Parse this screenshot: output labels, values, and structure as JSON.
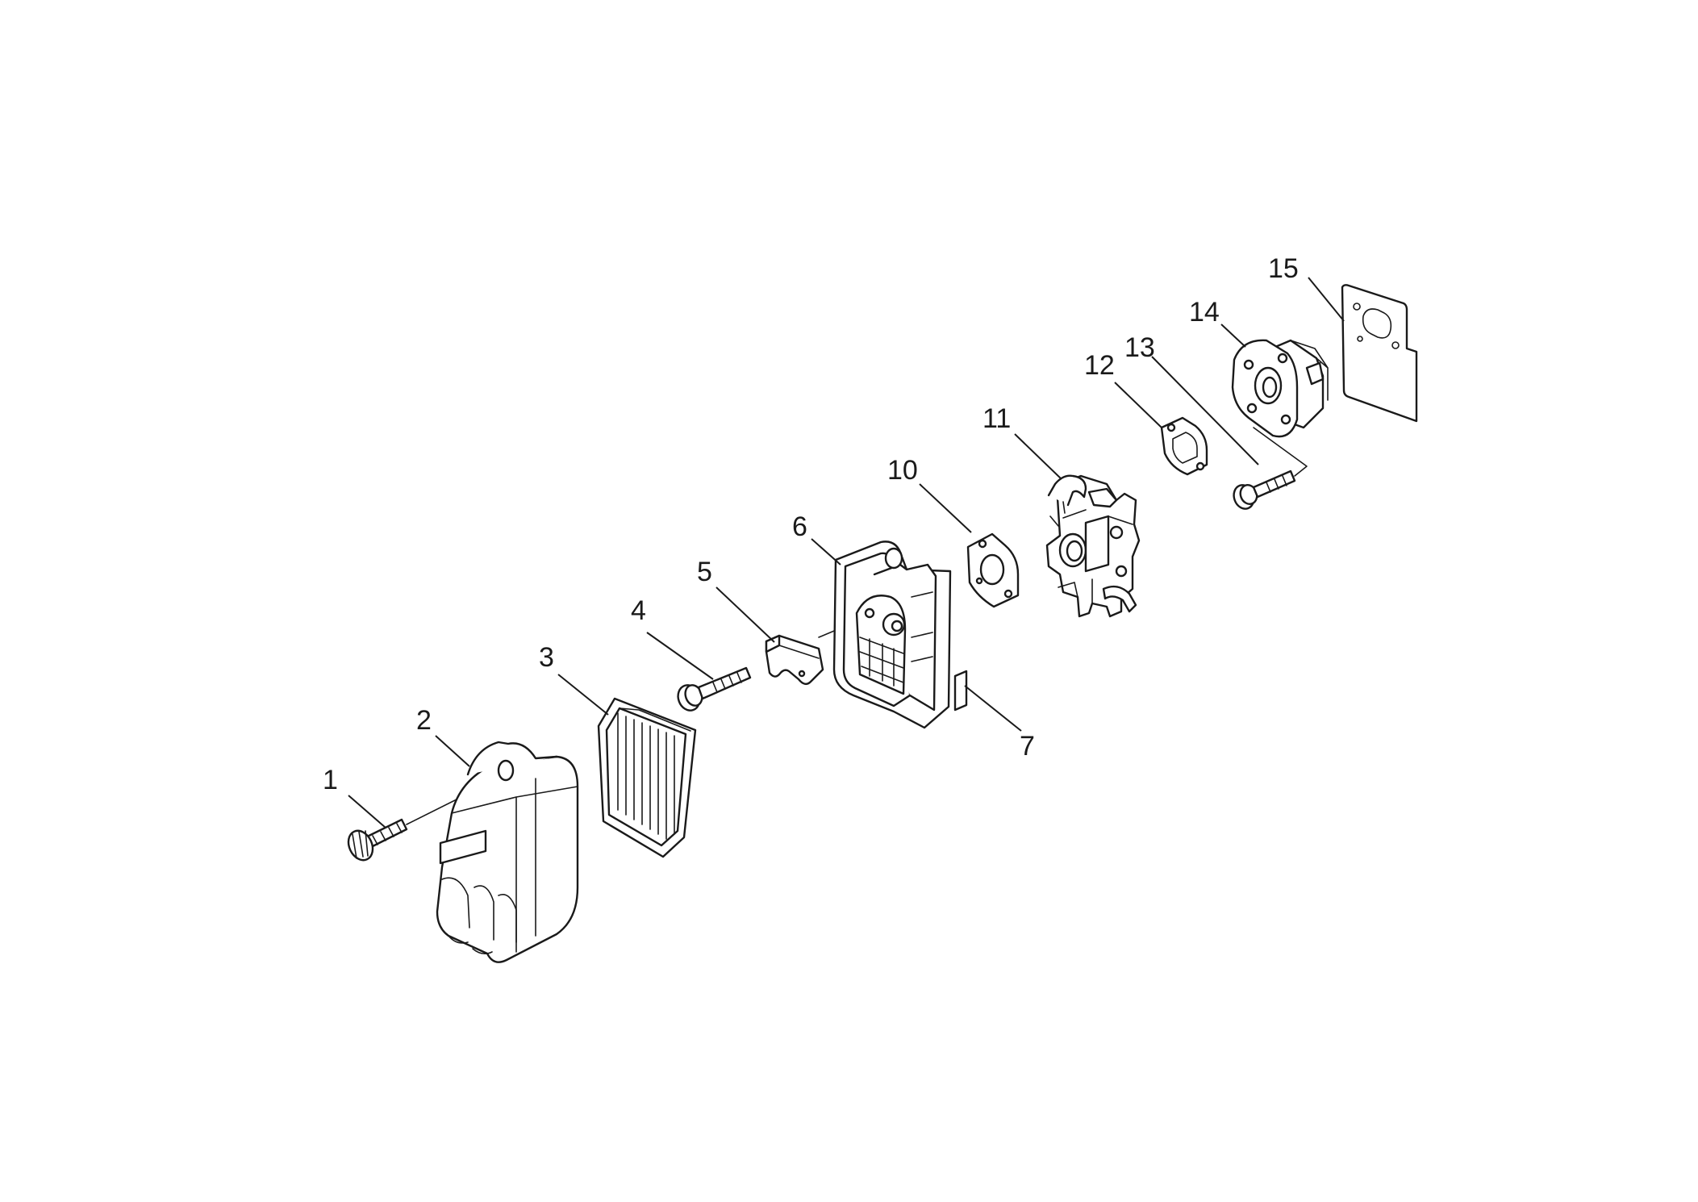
{
  "callouts": [
    {
      "id": "1",
      "label": "1"
    },
    {
      "id": "2",
      "label": "2"
    },
    {
      "id": "3",
      "label": "3"
    },
    {
      "id": "4",
      "label": "4"
    },
    {
      "id": "5",
      "label": "5"
    },
    {
      "id": "6",
      "label": "6"
    },
    {
      "id": "7",
      "label": "7"
    },
    {
      "id": "10",
      "label": "10"
    },
    {
      "id": "11",
      "label": "11"
    },
    {
      "id": "12",
      "label": "12"
    },
    {
      "id": "13",
      "label": "13"
    },
    {
      "id": "14",
      "label": "14"
    },
    {
      "id": "15",
      "label": "15"
    }
  ]
}
